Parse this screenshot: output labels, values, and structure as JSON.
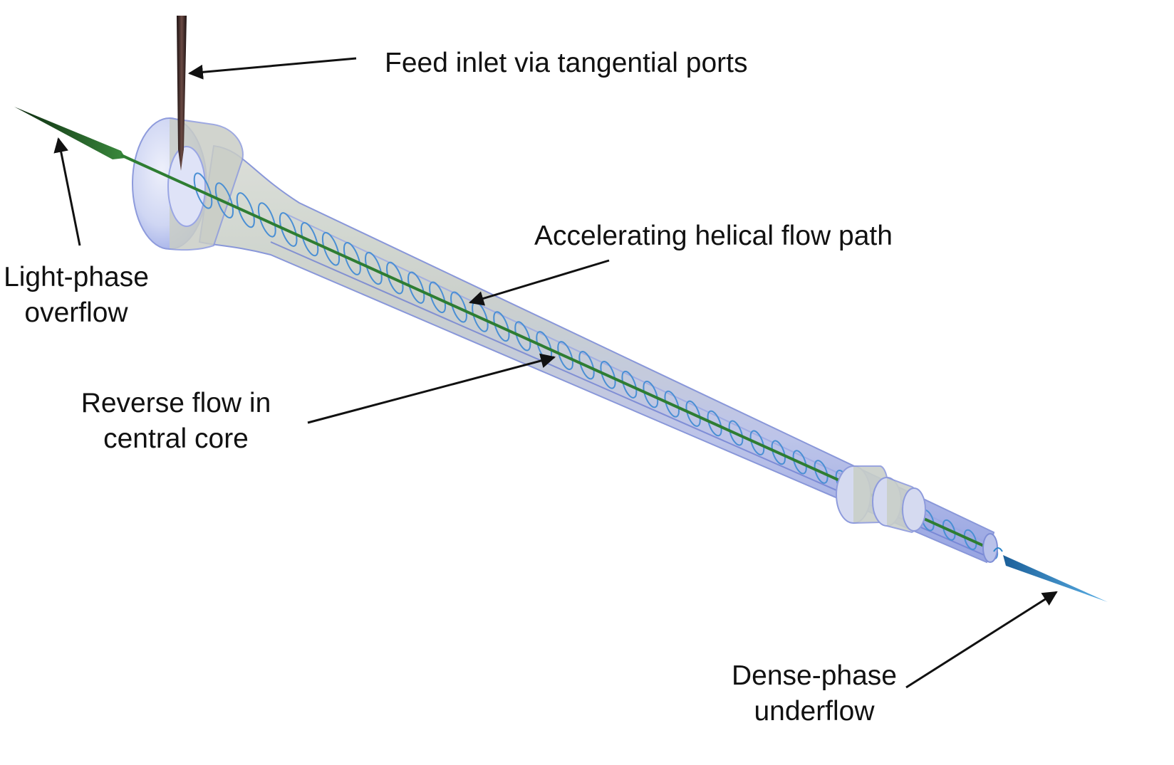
{
  "labels": {
    "feed_inlet": "Feed inlet via tangential ports",
    "light_phase": [
      "Light-phase",
      "overflow"
    ],
    "helical_path": "Accelerating helical flow path",
    "reverse_flow": [
      "Reverse flow in",
      "central core"
    ],
    "dense_phase": [
      "Dense-phase",
      "underflow"
    ]
  },
  "colors": {
    "body_fill": "#c6cde8",
    "body_edge": "#7f8fd6",
    "head_face": "#d6dcf4",
    "collar_fill": "#c9cfc9",
    "core_flow": "#2e7d32",
    "helix": "#4a8fd4",
    "underflow_jet": "#2e86c9",
    "arrow": "#111111"
  },
  "icons": {
    "feed_pipe": "feed-inlet-pipe",
    "overflow_jet": "overflow-jet",
    "underflow_jet": "underflow-jet"
  }
}
